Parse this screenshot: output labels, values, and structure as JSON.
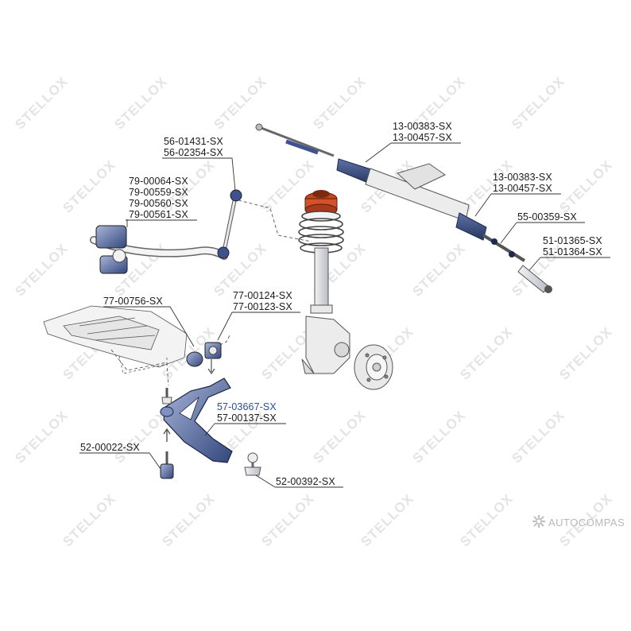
{
  "watermark": {
    "text": "STELLOX"
  },
  "brand": {
    "text": "AUTOCOMPAS",
    "icon": "wrench-star-icon"
  },
  "labels": {
    "l56a": "56-01431-SX",
    "l56b": "56-02354-SX",
    "l79a": "79-00064-SX",
    "l79b": "79-00559-SX",
    "l79c": "79-00560-SX",
    "l79d": "79-00561-SX",
    "l13a": "13-00383-SX",
    "l13b": "13-00457-SX",
    "l13c": "13-00383-SX",
    "l13d": "13-00457-SX",
    "l55": "55-00359-SX",
    "l51a": "51-01365-SX",
    "l51b": "51-01364-SX",
    "l77a": "77-00756-SX",
    "l77b": "77-00124-SX",
    "l77c": "77-00123-SX",
    "l57a": "57-03667-SX",
    "l57b": "57-00137-SX",
    "l52a": "52-00022-SX",
    "l52b": "52-00392-SX"
  },
  "colors": {
    "part_fill": "#c8cede",
    "part_dark": "#3c4f86",
    "spring_accent": "#d2522a",
    "selected_label": "#2b4f9c"
  }
}
